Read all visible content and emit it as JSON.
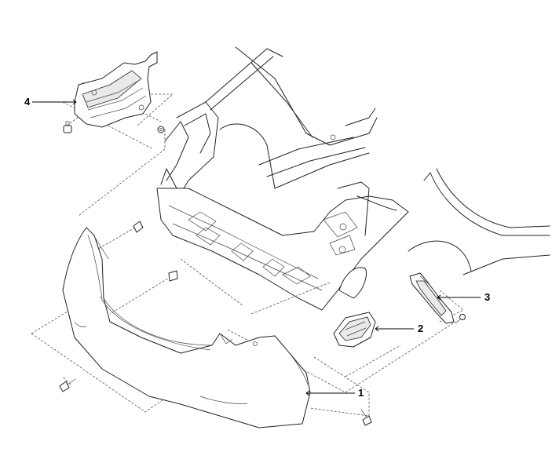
{
  "callouts": [
    {
      "id": "1",
      "label": "1"
    },
    {
      "id": "2",
      "label": "2"
    },
    {
      "id": "3",
      "label": "3"
    },
    {
      "id": "4",
      "label": "4"
    }
  ],
  "colors": {
    "line": "#222222",
    "background": "#ffffff"
  }
}
